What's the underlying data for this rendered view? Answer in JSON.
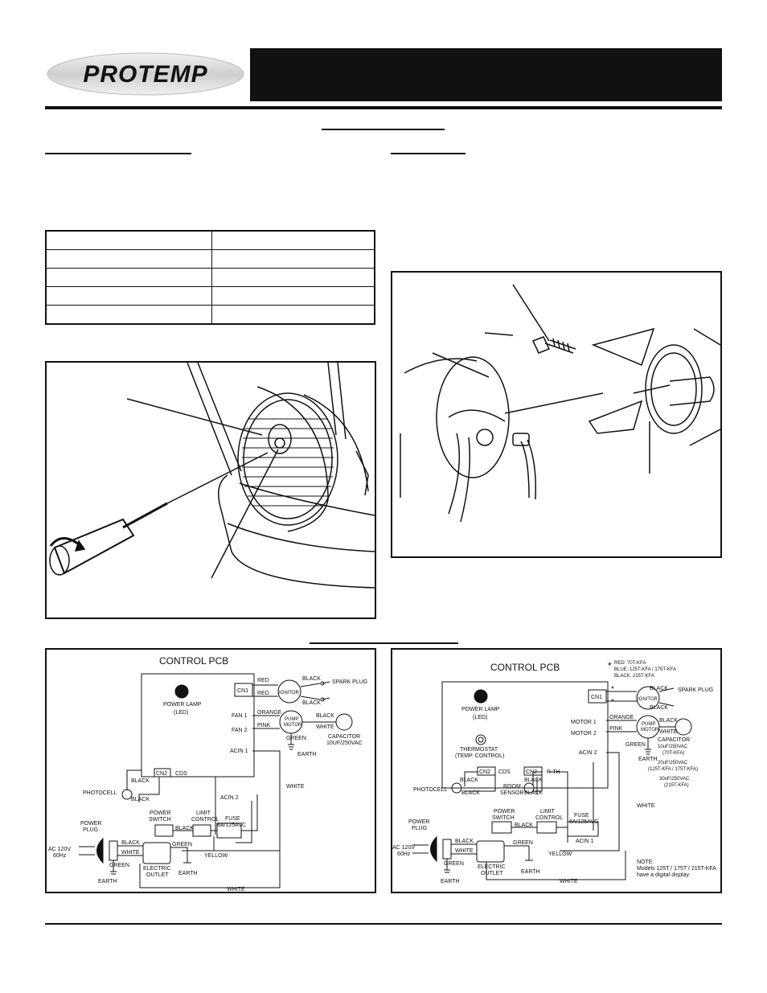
{
  "brand": {
    "name": "PROTEMP"
  },
  "spec_table": {
    "rows": 5
  },
  "wiring_left": {
    "title": "CONTROL PCB",
    "power_lamp": "POWER LAMP",
    "led": "(LED)",
    "cn1": "CN1",
    "cn2": "CN2",
    "cds": "CDS",
    "fan1": "FAN 1",
    "fan2": "FAN 2",
    "acin1": "ACIN 1",
    "acin2": "ACIN 2",
    "red": "RED",
    "black": "BLACK",
    "orange": "ORANGE",
    "pink": "PINK",
    "white": "WHITE",
    "green": "GREEN",
    "yellow": "YELLOW",
    "ignitor": "IGNITOR",
    "spark_plug": "SPARK PLUG",
    "pump": "PUMP",
    "motor": "MOTOR",
    "capacitor": "CAPACITOR",
    "capacitor_val": "10UF/250VAC",
    "earth": "EARTH",
    "photocell": "PHOTOCELL",
    "power": "POWER",
    "plug": "PLUG",
    "switch": "SWITCH",
    "limit": "LIMIT",
    "control": "CONTROL",
    "fuse": "FUSE",
    "fuse_val": "8A/125AVC",
    "ac": "AC 120V",
    "hz": "60Hz",
    "electric": "ELECTRIC",
    "outlet": "OUTLET"
  },
  "wiring_right": {
    "title": "CONTROL PCB",
    "star": "*",
    "legend": [
      "RED:      70T-KFA",
      "BLUE:    125T-KFA / 175T-KFA",
      "BLACK:  215T-KFA"
    ],
    "power_lamp": "POWER LAMP",
    "led": "(LED)",
    "thermostat": "THERMOSTAT",
    "temp_control": "(TEMP. CONTROL)",
    "cn1": "CN1",
    "cn2a": "CN2",
    "cn2b": "CN2",
    "cds": "CDS",
    "rth": "R-TH",
    "motor1": "MOTOR 1",
    "motor2": "MOTOR 2",
    "acin2": "ACIN 2",
    "acin1": "ACIN 1",
    "black": "BLACK",
    "orange": "ORANGE",
    "pink": "PINK",
    "white": "WHITE",
    "green": "GREEN",
    "yellow": "YELLOW",
    "ignitor": "IGNITOR",
    "spark_plug": "SPARK PLUG",
    "pump": "PUMP",
    "motor": "MOTOR",
    "capacitor": "CAPACITOR",
    "cap1": "10uF/250VAC",
    "cap1m": "(70T-KFA)",
    "cap2": "20uF/250VAC",
    "cap2m": "(125T-KFA / 175T-KFA)",
    "cap3": "30uF/250VAC",
    "cap3m": "(215T-KFA)",
    "earth": "EARTH",
    "photocell": "PHOTOCELL",
    "room": "ROOM",
    "sensor": "SENSOR",
    "power": "POWER",
    "plug": "PLUG",
    "switch": "SWITCH",
    "limit": "LIMIT",
    "control": "CONTROL",
    "fuse": "FUSE",
    "fuse_val": "8A/125AVC",
    "ac": "AC 120V",
    "hz": "60Hz",
    "electric": "ELECTRIC",
    "outlet": "OUTLET",
    "note": "NOTE:",
    "note1": "Models 125T / 175T / 215T-KFA",
    "note2": "have a digital display."
  }
}
